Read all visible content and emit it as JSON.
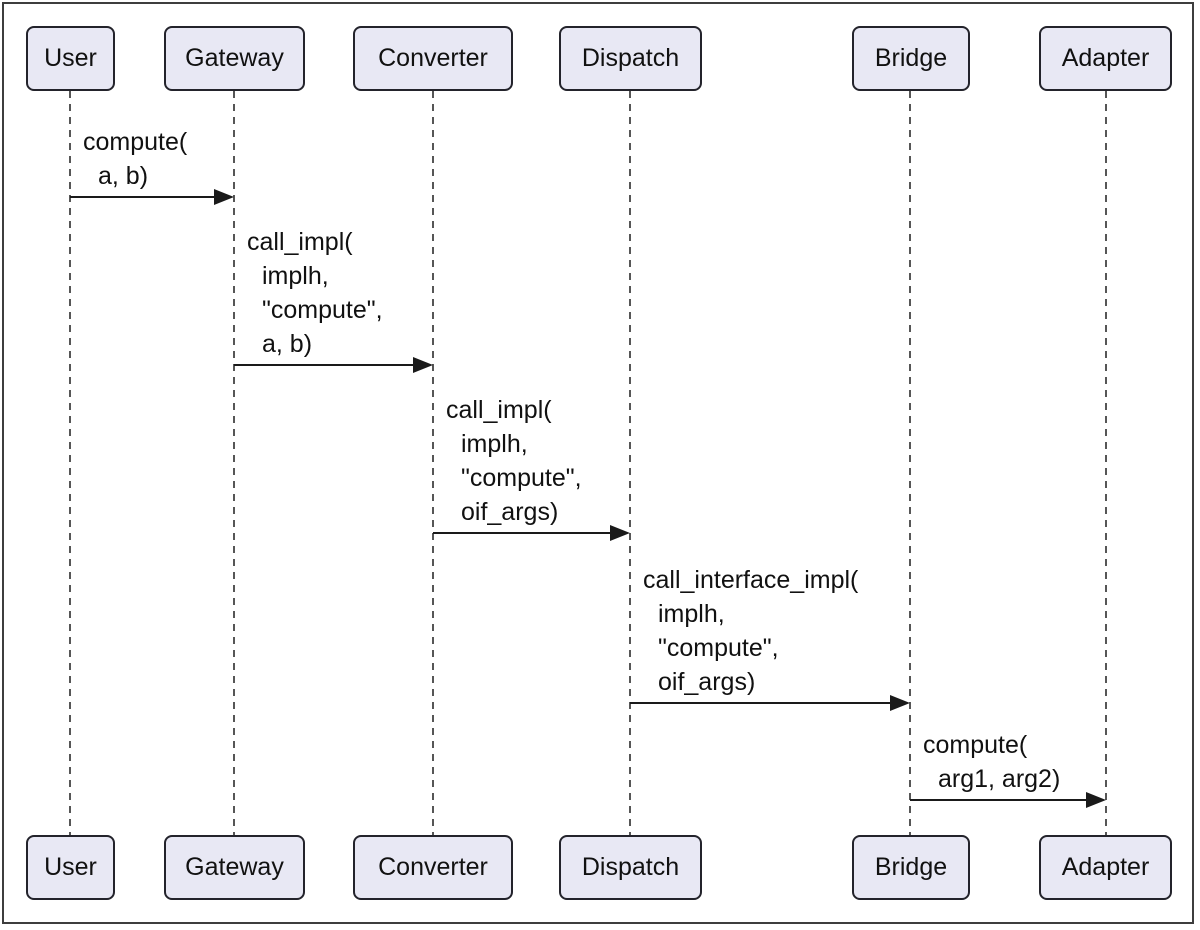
{
  "diagram": {
    "type": "sequence-diagram",
    "participants": [
      {
        "name": "User"
      },
      {
        "name": "Gateway"
      },
      {
        "name": "Converter"
      },
      {
        "name": "Dispatch"
      },
      {
        "name": "Bridge"
      },
      {
        "name": "Adapter"
      }
    ],
    "messages": [
      {
        "from": "User",
        "to": "Gateway",
        "lines": [
          "compute(",
          "a, b)"
        ]
      },
      {
        "from": "Gateway",
        "to": "Converter",
        "lines": [
          "call_impl(",
          "implh,",
          "\"compute\",",
          "a, b)"
        ]
      },
      {
        "from": "Converter",
        "to": "Dispatch",
        "lines": [
          "call_impl(",
          "implh,",
          "\"compute\",",
          "oif_args)"
        ]
      },
      {
        "from": "Dispatch",
        "to": "Bridge",
        "lines": [
          "call_interface_impl(",
          "implh,",
          "\"compute\",",
          "oif_args)"
        ]
      },
      {
        "from": "Bridge",
        "to": "Adapter",
        "lines": [
          "compute(",
          "arg1, arg2)"
        ]
      }
    ],
    "colors": {
      "participant_fill": "#e8e8f4",
      "participant_border": "#23232b",
      "lifeline": "#565656",
      "arrow": "#1a1a1a",
      "text": "#111111",
      "frame": "#3d3d3d",
      "background": "#ffffff"
    }
  }
}
